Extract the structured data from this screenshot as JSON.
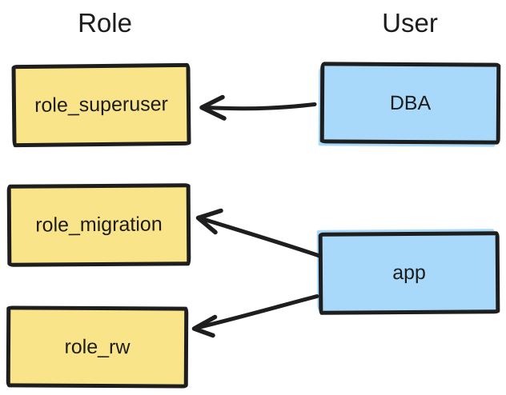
{
  "diagram": {
    "headers": [
      {
        "label": "Role"
      },
      {
        "label": "User"
      }
    ],
    "role_nodes": [
      {
        "label": "role_superuser"
      },
      {
        "label": "role_migration"
      },
      {
        "label": "role_rw"
      }
    ],
    "user_nodes": [
      {
        "label": "DBA"
      },
      {
        "label": "app"
      }
    ],
    "edges": [
      {
        "from": "DBA",
        "to": "role_superuser"
      },
      {
        "from": "app",
        "to": "role_migration"
      },
      {
        "from": "app",
        "to": "role_rw"
      }
    ],
    "colors": {
      "role_fill": "#FAE48A",
      "user_fill": "#A9D9FA",
      "stroke": "#1E1E1E",
      "text": "#1C1C1C",
      "background": "#FFFFFF"
    }
  }
}
